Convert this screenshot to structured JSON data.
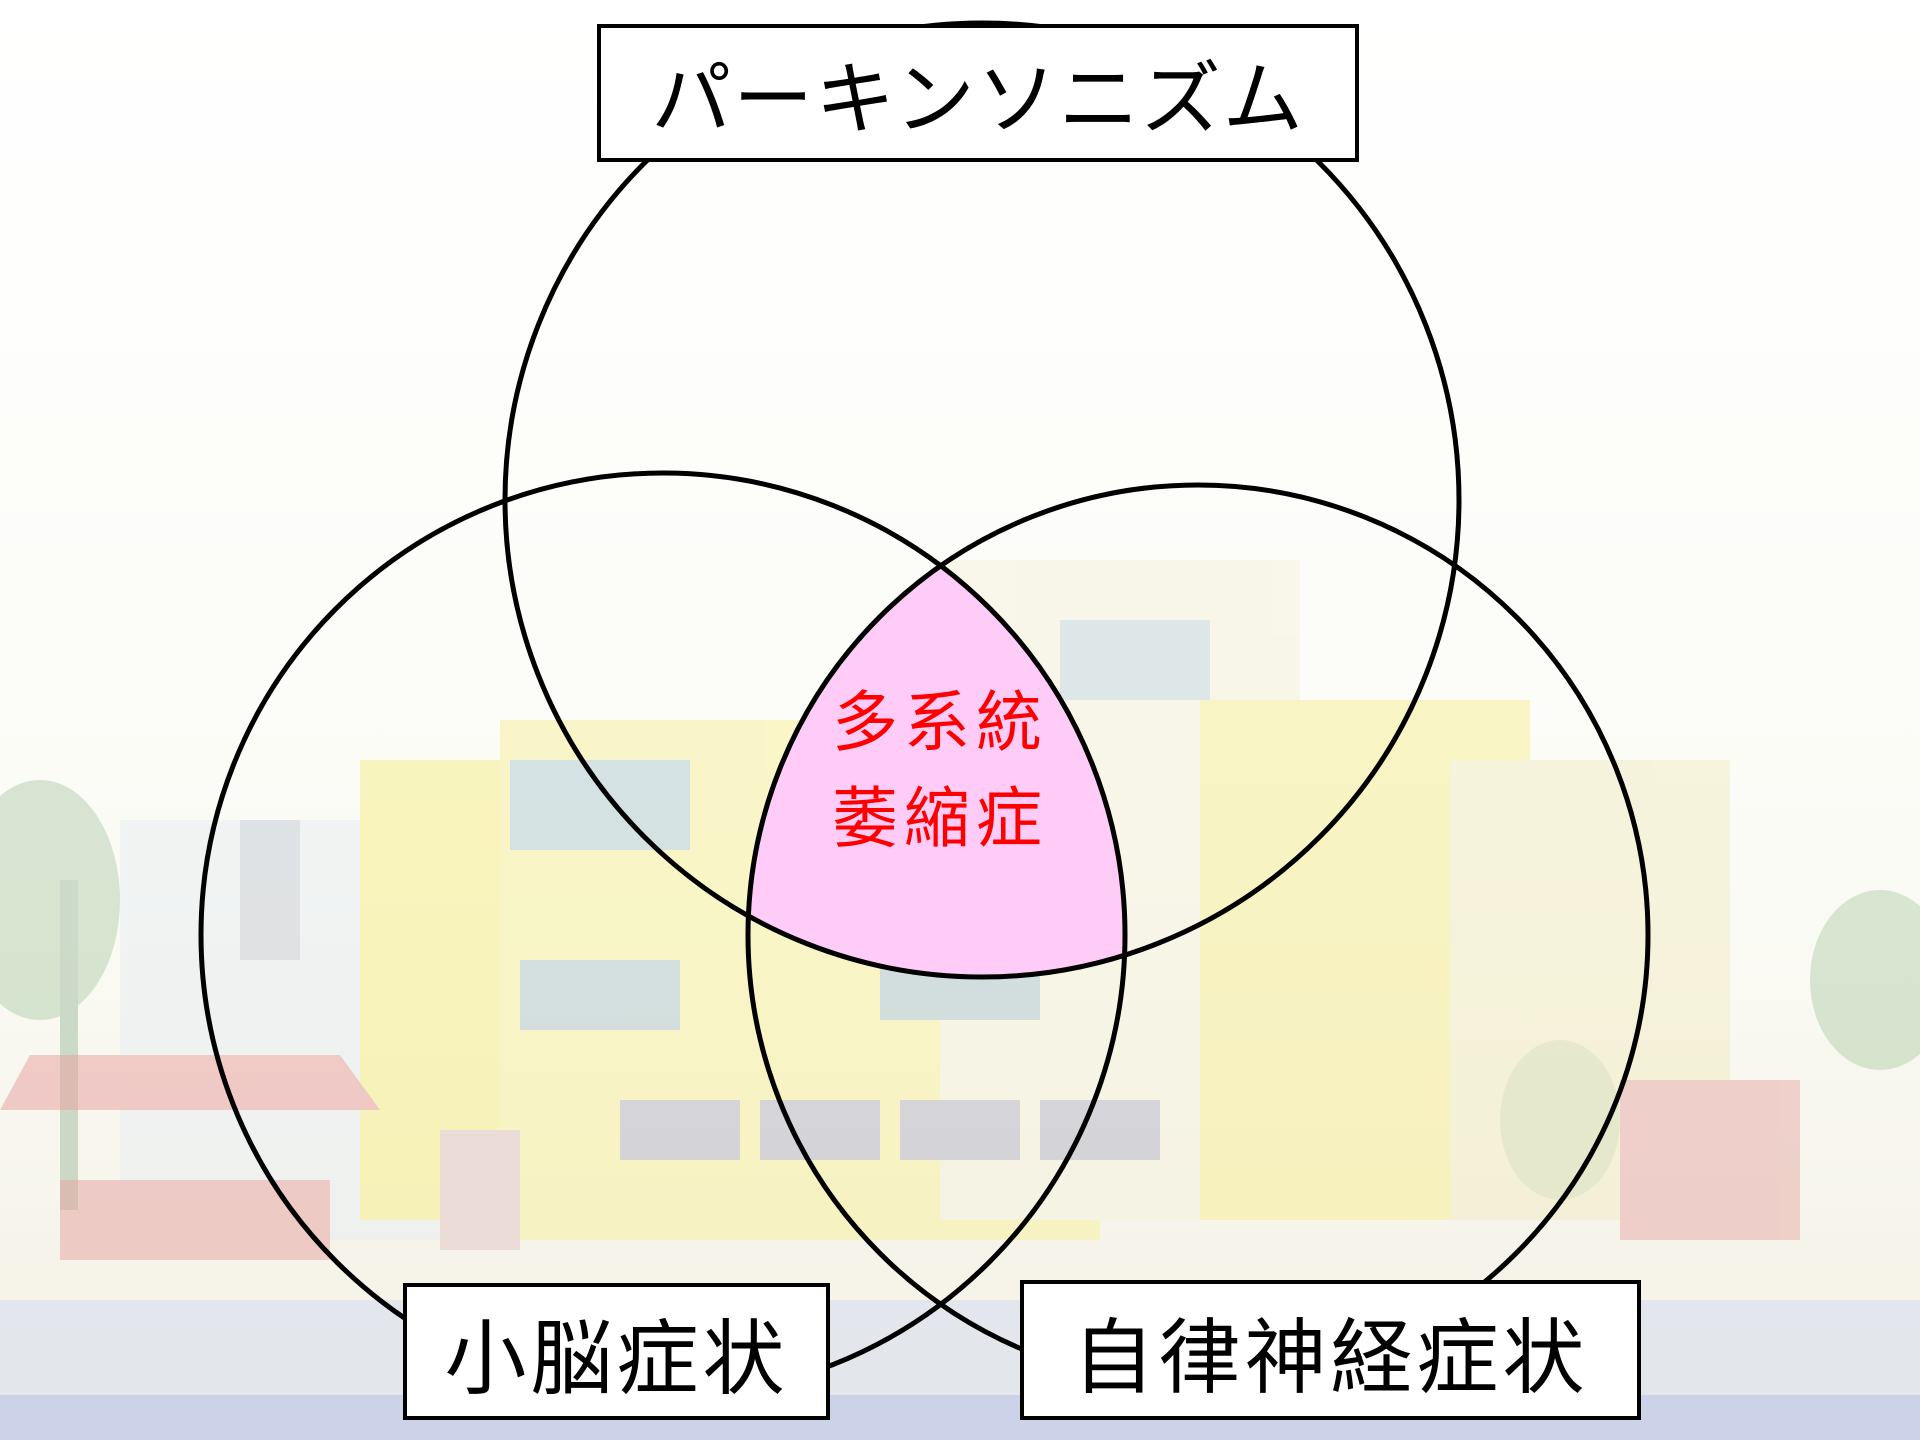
{
  "diagram": {
    "type": "venn-3",
    "sets": [
      {
        "id": "top",
        "label": "パーキンソニズム"
      },
      {
        "id": "left",
        "label": "小脳症状"
      },
      {
        "id": "right",
        "label": "自律神経症状"
      }
    ],
    "intersection": {
      "lines": [
        "多系統",
        "萎縮症"
      ]
    }
  },
  "colors": {
    "intersection_fill": "#ffccf7",
    "center_text": "#ff0000",
    "outline": "#000000",
    "background": "#ffffff"
  }
}
